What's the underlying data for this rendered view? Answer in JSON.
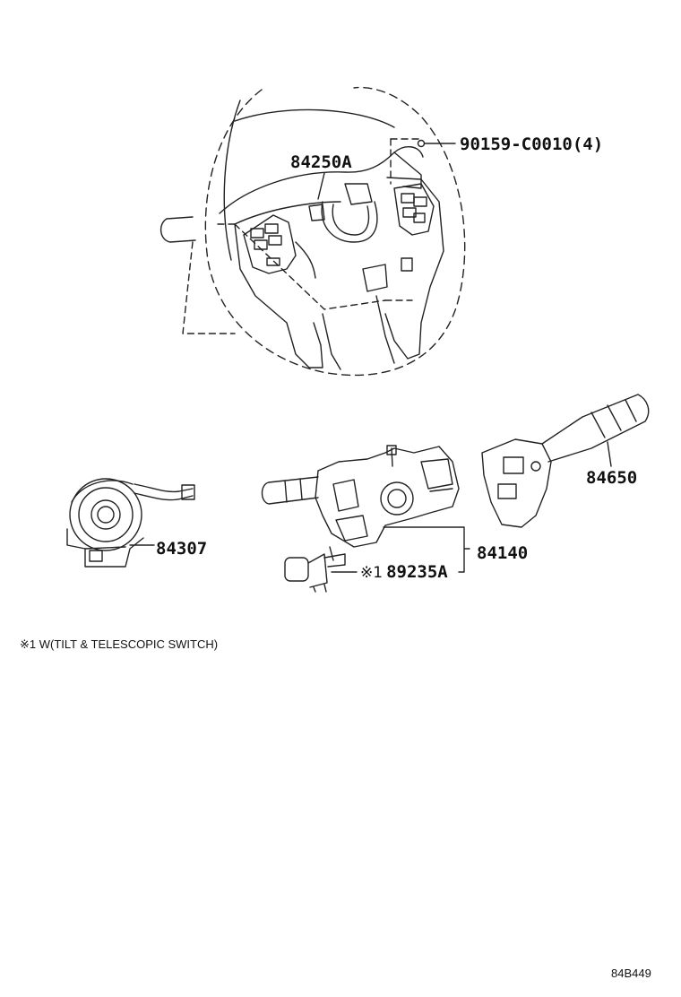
{
  "parts": {
    "p84250a": "84250A",
    "p90159": "90159-C0010(4)",
    "p84650": "84650",
    "p84307": "84307",
    "p84140": "84140",
    "p89235a": "89235A",
    "p89235a_mark": "※1"
  },
  "footnote": "※1 W(TILT & TELESCOPIC SWITCH)",
  "diagram_code": "84B449",
  "icons": [
    "steering-wheel",
    "spiral-cable",
    "combination-switch",
    "wiper-switch",
    "tilt-telescopic-switch",
    "screw"
  ]
}
